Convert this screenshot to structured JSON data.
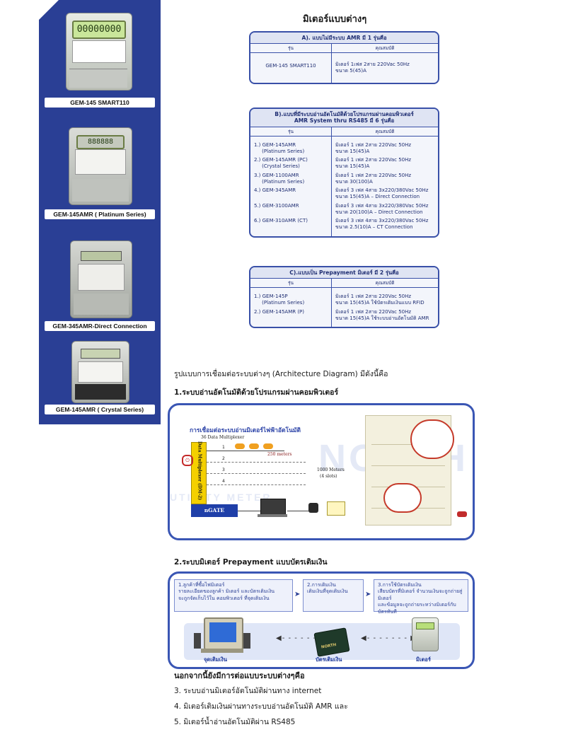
{
  "page_title": "มิเตอร์แบบต่างๆ",
  "products": [
    {
      "label": "GEM-145 SMART110",
      "display": "00000000"
    },
    {
      "label": "GEM-145AMR ( Platinum Series)",
      "display": "888888"
    },
    {
      "label": "GEM-345AMR-Direct Connection",
      "display": ""
    },
    {
      "label": "GEM-145AMR ( Crystal Series)",
      "display": ""
    }
  ],
  "panels": {
    "a": {
      "heading": "A). แบบไม่มีระบบ AMR มี 1 รุ่นคือ",
      "col_model": "รุ่น",
      "col_spec": "คุณสมบัติ",
      "rows": [
        {
          "model": "GEM-145 SMART110",
          "spec": "มิเตอร์ 1เฟส 2สาย 220Vac 50Hz\nขนาด 5(45)A"
        }
      ]
    },
    "b": {
      "heading_1": "B).แบบที่มีระบบอ่านอัตโนมัติด้วยโปรแกรมผ่านคอมพิวเตอร์",
      "heading_2": "AMR System thru RS485 มี 6 รุ่นคือ",
      "col_model": "รุ่น",
      "col_spec": "คุณสมบัติ",
      "rows": [
        {
          "model": "1.) GEM-145AMR\n     (Platinum Series)",
          "spec": "มิเตอร์ 1 เฟส 2สาย 220Vac 50Hz\nขนาด 15(45)A"
        },
        {
          "model": "2.) GEM-145AMR (PC)\n     (Crystal Series)",
          "spec": "มิเตอร์ 1 เฟส 2สาย 220Vac 50Hz\nขนาด 15(45)A"
        },
        {
          "model": "3.) GEM-1100AMR\n     (Platinum Series)",
          "spec": "มิเตอร์ 1 เฟส 2สาย 220Vac 50Hz\nขนาด 30(100)A"
        },
        {
          "model": "4.) GEM-345AMR",
          "spec": "มิเตอร์ 3 เฟส 4สาย 3x220/380Vac 50Hz\nขนาด 15(45)A – Direct Connection"
        },
        {
          "model": "5.) GEM-3100AMR",
          "spec": "มิเตอร์ 3 เฟส 4สาย 3x220/380Vac 50Hz\nขนาด 20(100)A – Direct Connection"
        },
        {
          "model": "6.) GEM-310AMR (CT)",
          "spec": "มิเตอร์ 3 เฟส 4สาย 3x220/380Vac 50Hz\nขนาด 2.5(10)A – CT Connection"
        }
      ]
    },
    "c": {
      "heading": "C).แบบเป็น Prepayment มิเตอร์ มี 2 รุ่นคือ",
      "col_model": "รุ่น",
      "col_spec": "คุณสมบัติ",
      "rows": [
        {
          "model": "1.) GEM-145P\n     (Platinum Series)",
          "spec": "มิเตอร์ 1 เฟส 2สาย 220Vac 50Hz\nขนาด 15(45)A ใช้บัตรเติมเงินแบบ RFID"
        },
        {
          "model": "2.) GEM-145AMR (P)",
          "spec": "มิเตอร์ 1 เฟส 2สาย 220Vac 50Hz\nขนาด 15(45)A ใช้ระบบอ่านอัตโนมัติ AMR"
        }
      ]
    }
  },
  "architecture": {
    "intro": "รูปแบบการเชื่อมต่อระบบต่างๆ (Architecture Diagram) มีดังนี้คือ",
    "section1": "1.ระบบอ่านอัตโนมัติด้วยโปรแกรมผ่านคอมพิวเตอร์",
    "diagram_title": "การเชื่อมต่อระบบอ่านมิเตอร์ไฟฟ้าอัตโนมัติ",
    "multiplexer_caption": "36  Data  Multiplexer",
    "multiplexer_label": "Data Multiplexer (DM-2)",
    "distance_1": "250 meters",
    "distance_2": "1000 Meters",
    "distance_2_note": "(4 slots)",
    "gateway": "nGATE",
    "watermark": "NORTH",
    "watermark_2": "UTILITY METER",
    "lines": [
      "1",
      "2",
      "3",
      "4"
    ]
  },
  "prepayment": {
    "section2": "2.ระบบมิเตอร์ Prepayment แบบบัตรเติมเงิน",
    "step1": "1.ลูกค้าที่ซื้อไฟมิเตอร์\nรายละเอียดของลูกค้า มิเตอร์ และบัตรเติมเงิน\nจะถูกจัดเก็บไว้ใน คอมพิวเตอร์ ที่จุดเติมเงิน",
    "step2": "2.การเติมเงิน\nเติมเงินที่จุดเติมเงิน",
    "step3": "3.การใช้บัตรเติมเงิน\nเสียบบัตรที่มิเตอร์ จำนวนเงินจะถูกถ่ายสู่มิเตอร์\nและข้อมูลจะถูกถ่ายระหว่างมิเตอร์กับบัตรทันที",
    "cap_station": "จุดเติมเงิน",
    "cap_card": "บัตรเติมเงิน",
    "cap_meter": "มิเตอร์",
    "card_brand": "NORTH"
  },
  "other_methods": {
    "intro": "นอกจากนี้ยังมีการต่อแบบระบบต่างๆคือ",
    "items": [
      "3. ระบบอ่านมิเตอร์อัตโนมัติผ่านทาง internet",
      "4. มิเตอร์เติมเงินผ่านทางระบบอ่านอัตโนมัติ AMR และ",
      "5. มิเตอร์น้ำอ่านอัตโนมัติผ่าน RS485"
    ]
  },
  "colors": {
    "brand_blue": "#2a3f95",
    "panel_border": "#3950a8",
    "box_border": "#3a56b4",
    "gateway": "#1f3fa8",
    "multiplexer": "#f4d000"
  }
}
